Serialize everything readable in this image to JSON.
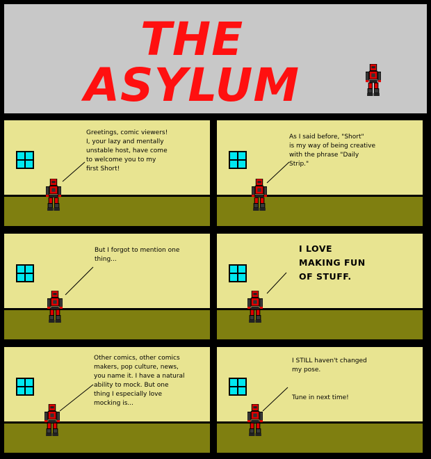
{
  "header": {
    "title_line1": "THE",
    "title_line2": "ASYLUM"
  },
  "colors": {
    "title": "#ff1010",
    "header_bg": "#c8c8c8",
    "wall": "#e8e491",
    "floor": "#7f7f10",
    "window": "#00e8f0",
    "robot_red": "#e00000"
  },
  "panels": [
    {
      "speech": "Greetings, comic viewers!\nI, your lazy and mentally\nunstable host, have come\nto welcome you to my\nfirst Short!",
      "speech2": ""
    },
    {
      "speech": "As I said before, \"Short\"\nis my way of being creative\nwith the phrase \"Daily\nStrip.\"",
      "speech2": ""
    },
    {
      "speech": "But I forgot to mention one\nthing...",
      "speech2": ""
    },
    {
      "speech": "I LOVE\nMAKING FUN\nOF STUFF.",
      "speech2": ""
    },
    {
      "speech": "Other comics, other comics\nmakers, pop culture, news,\nyou name it. I have a natural\nability to mock. But one\nthing I especially love\nmocking is...",
      "speech2": ""
    },
    {
      "speech": "I STILL haven't changed\nmy pose.",
      "speech2": "Tune in next time!"
    }
  ]
}
